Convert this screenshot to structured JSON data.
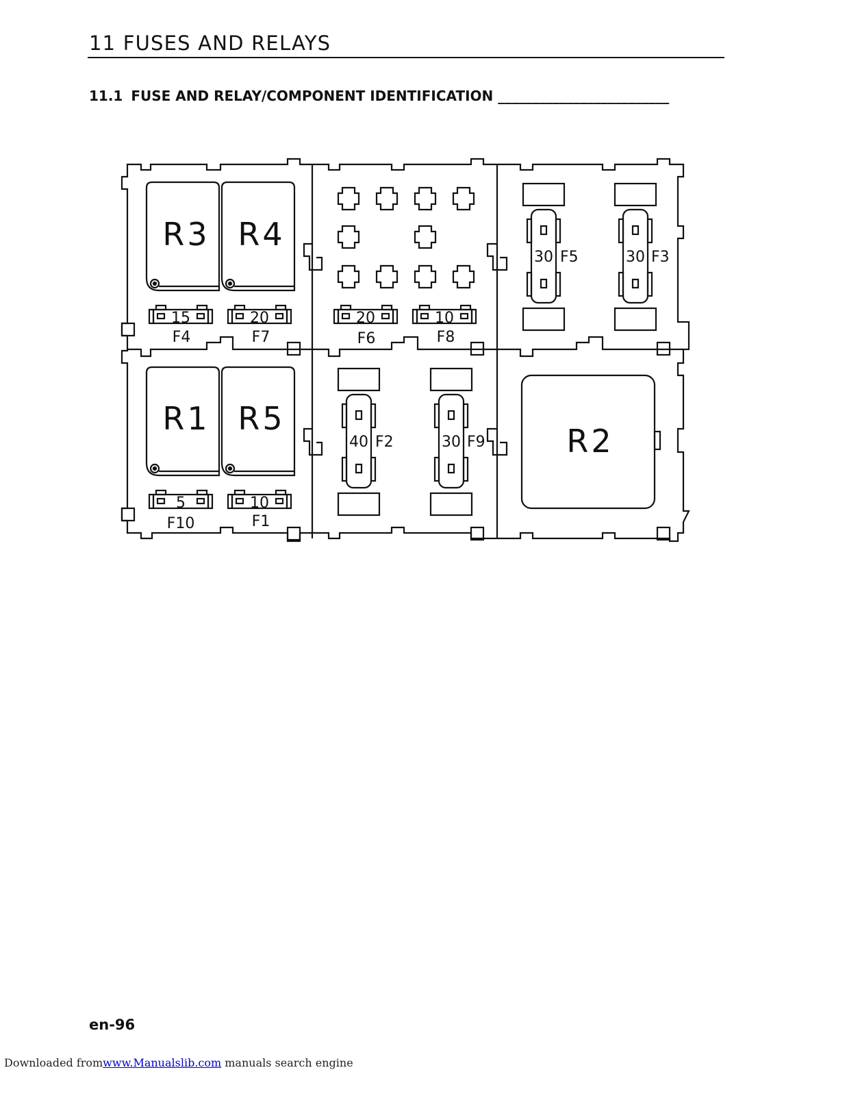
{
  "header": {
    "chapter_title": "11 FUSES AND RELAYS",
    "section_number": "11.1",
    "section_title": "FUSE AND RELAY/COMPONENT IDENTIFICATION",
    "section_leader": "_________________________"
  },
  "diagram": {
    "relays": [
      "R3",
      "R4",
      "R1",
      "R5",
      "R2"
    ],
    "blade_fuses": [
      {
        "rating": "15",
        "label": "F4"
      },
      {
        "rating": "20",
        "label": "F7"
      },
      {
        "rating": "20",
        "label": "F6"
      },
      {
        "rating": "10",
        "label": "F8"
      },
      {
        "rating": "5",
        "label": "F10"
      },
      {
        "rating": "10",
        "label": "F1"
      }
    ],
    "cartridge_fuses": [
      {
        "rating": "30",
        "label": "F5"
      },
      {
        "rating": "30",
        "label": "F3"
      },
      {
        "rating": "40",
        "label": "F2"
      },
      {
        "rating": "30",
        "label": "F9"
      }
    ]
  },
  "footer": {
    "page_number": "en-96",
    "downloaded_from": "Downloaded from",
    "link_text": "www.Manualslib.com",
    "tagline": " manuals search engine"
  }
}
